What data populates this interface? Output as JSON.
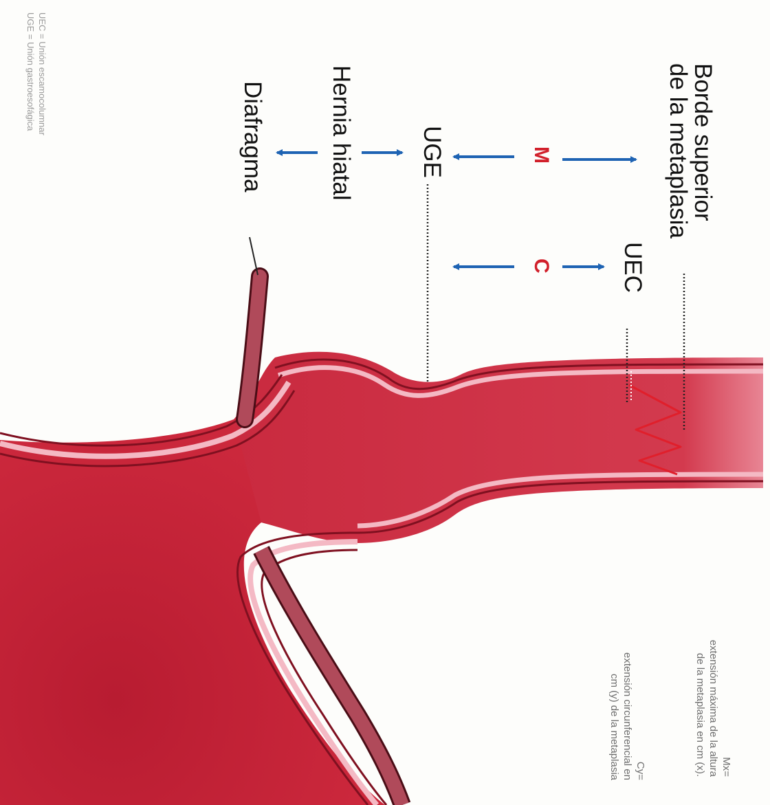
{
  "labels": {
    "borde_line1": "Borde superior",
    "borde_line2": "de la metaplasia",
    "m": "M",
    "c": "C",
    "uec": "UEC",
    "uge": "UGE",
    "hernia": "Hernia hiatal",
    "diafragma": "Diafragma"
  },
  "legend": {
    "uec_def": "UEC = Unión escamocolumnar",
    "uge_def": "UGE = Unión gastroesofágica"
  },
  "notes": {
    "mx_term": "Mx=",
    "mx_line1": "extensión máxima de la altura",
    "mx_line2": "de la metaplasia en cm (x).",
    "cy_term": "Cy=",
    "cy_line1": "extensión circunferencial en",
    "cy_line2": "cm (y) de la metaplasia"
  },
  "colors": {
    "label_text": "#111111",
    "letter_red": "#d11f2a",
    "arrow_blue": "#1e63b3",
    "tissue": "#c42539",
    "tissue_dark": "#8a1424",
    "wall_pink": "#f4b9c4",
    "diaphragm": "#b04a5a"
  }
}
